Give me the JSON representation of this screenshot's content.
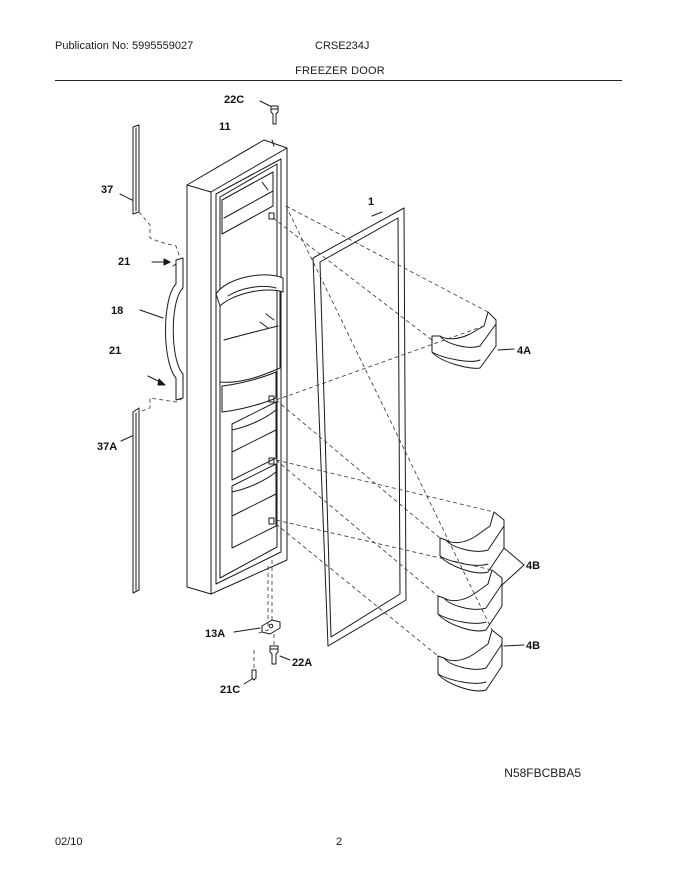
{
  "header": {
    "publication": "Publication No: 5995559027",
    "model": "CRSE234J",
    "section_title": "FREEZER DOOR"
  },
  "callouts": {
    "c22C": "22C",
    "c11": "11",
    "c37": "37",
    "c1": "1",
    "c21a": "21",
    "c18": "18",
    "c21b": "21",
    "c4A": "4A",
    "c37A": "37A",
    "c4Ba": "4B",
    "c13A": "13A",
    "c4Bb": "4B",
    "c22A": "22A",
    "c21C": "21C"
  },
  "figure_code": "N58FBCBBA5",
  "footer": {
    "date": "02/10",
    "page": "2"
  }
}
